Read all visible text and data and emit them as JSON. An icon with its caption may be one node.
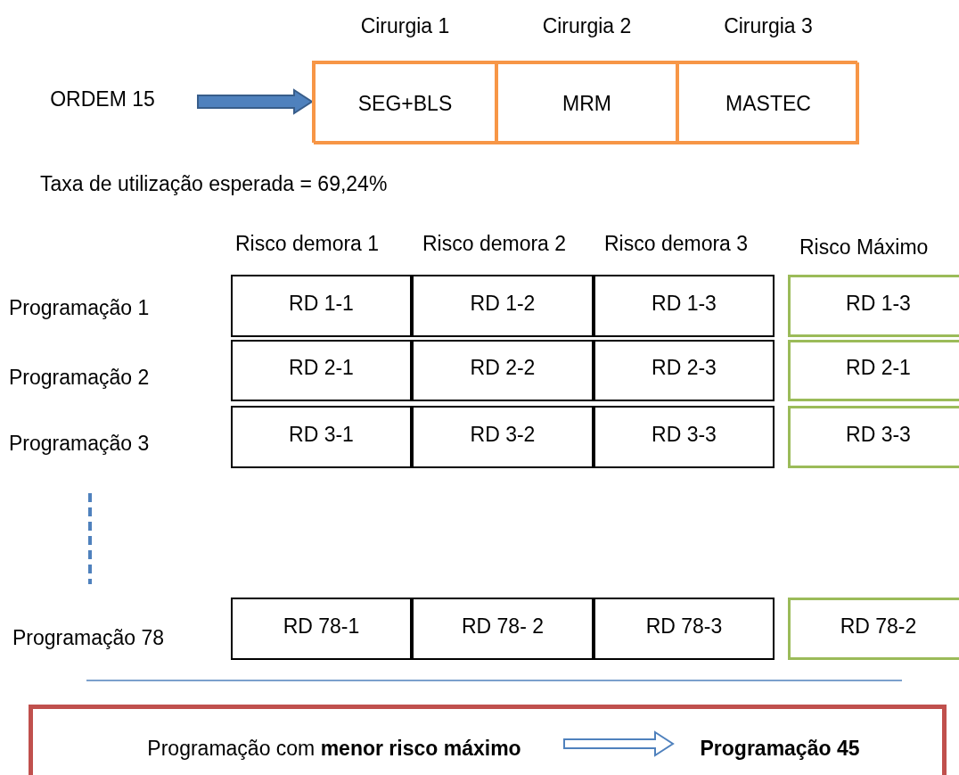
{
  "diagram": {
    "nodes": [
      {
        "text": [
          "ORDEM 15"
        ]
      },
      {
        "text": [],
        "shape": "box"
      },
      {
        "text": [
          "SEG+BLS"
        ],
        "in": 1,
        "beside": [
          "Cirurgia 1"
        ]
      },
      {
        "text": [
          "MRM"
        ],
        "in": 1,
        "beside": [
          "Cirurgia 2"
        ]
      },
      {
        "text": [
          "MASTEC"
        ],
        "in": 1,
        "beside": [
          "Cirurgia 3"
        ]
      },
      {
        "text": [],
        "shape": "box"
      },
      {
        "text": [
          "Programação com **menor risco máximo**"
        ],
        "in": 5
      },
      {
        "text": [
          "Programação 45"
        ],
        "in": 5
      }
    ],
    "edges": [
      {
        "from": 0,
        "to": 1,
        "arrow": "to",
        "style": "thick"
      },
      {
        "from": 6,
        "to": 7,
        "arrow": "to"
      }
    ],
    "labels": [
      "Taxa de utilização esperada = 69,24%",
      "Risco demora 1",
      "Risco demora 2",
      "Risco demora 3",
      "Risco Máximo",
      "Programação 1",
      "RD 1-1",
      "RD 1-2",
      "RD 1-3",
      "RD 1-3",
      "Programação 2",
      "RD 2-1",
      "RD 2-2",
      "RD 2-3",
      "RD 2-1",
      "Programação 3",
      "RD 3-1",
      "RD 3-2",
      "RD 3-3",
      "RD 3-3",
      "Programação 78",
      "RD 78-1",
      "RD 78- 2",
      "RD 78-3",
      "RD 78-2"
    ]
  }
}
